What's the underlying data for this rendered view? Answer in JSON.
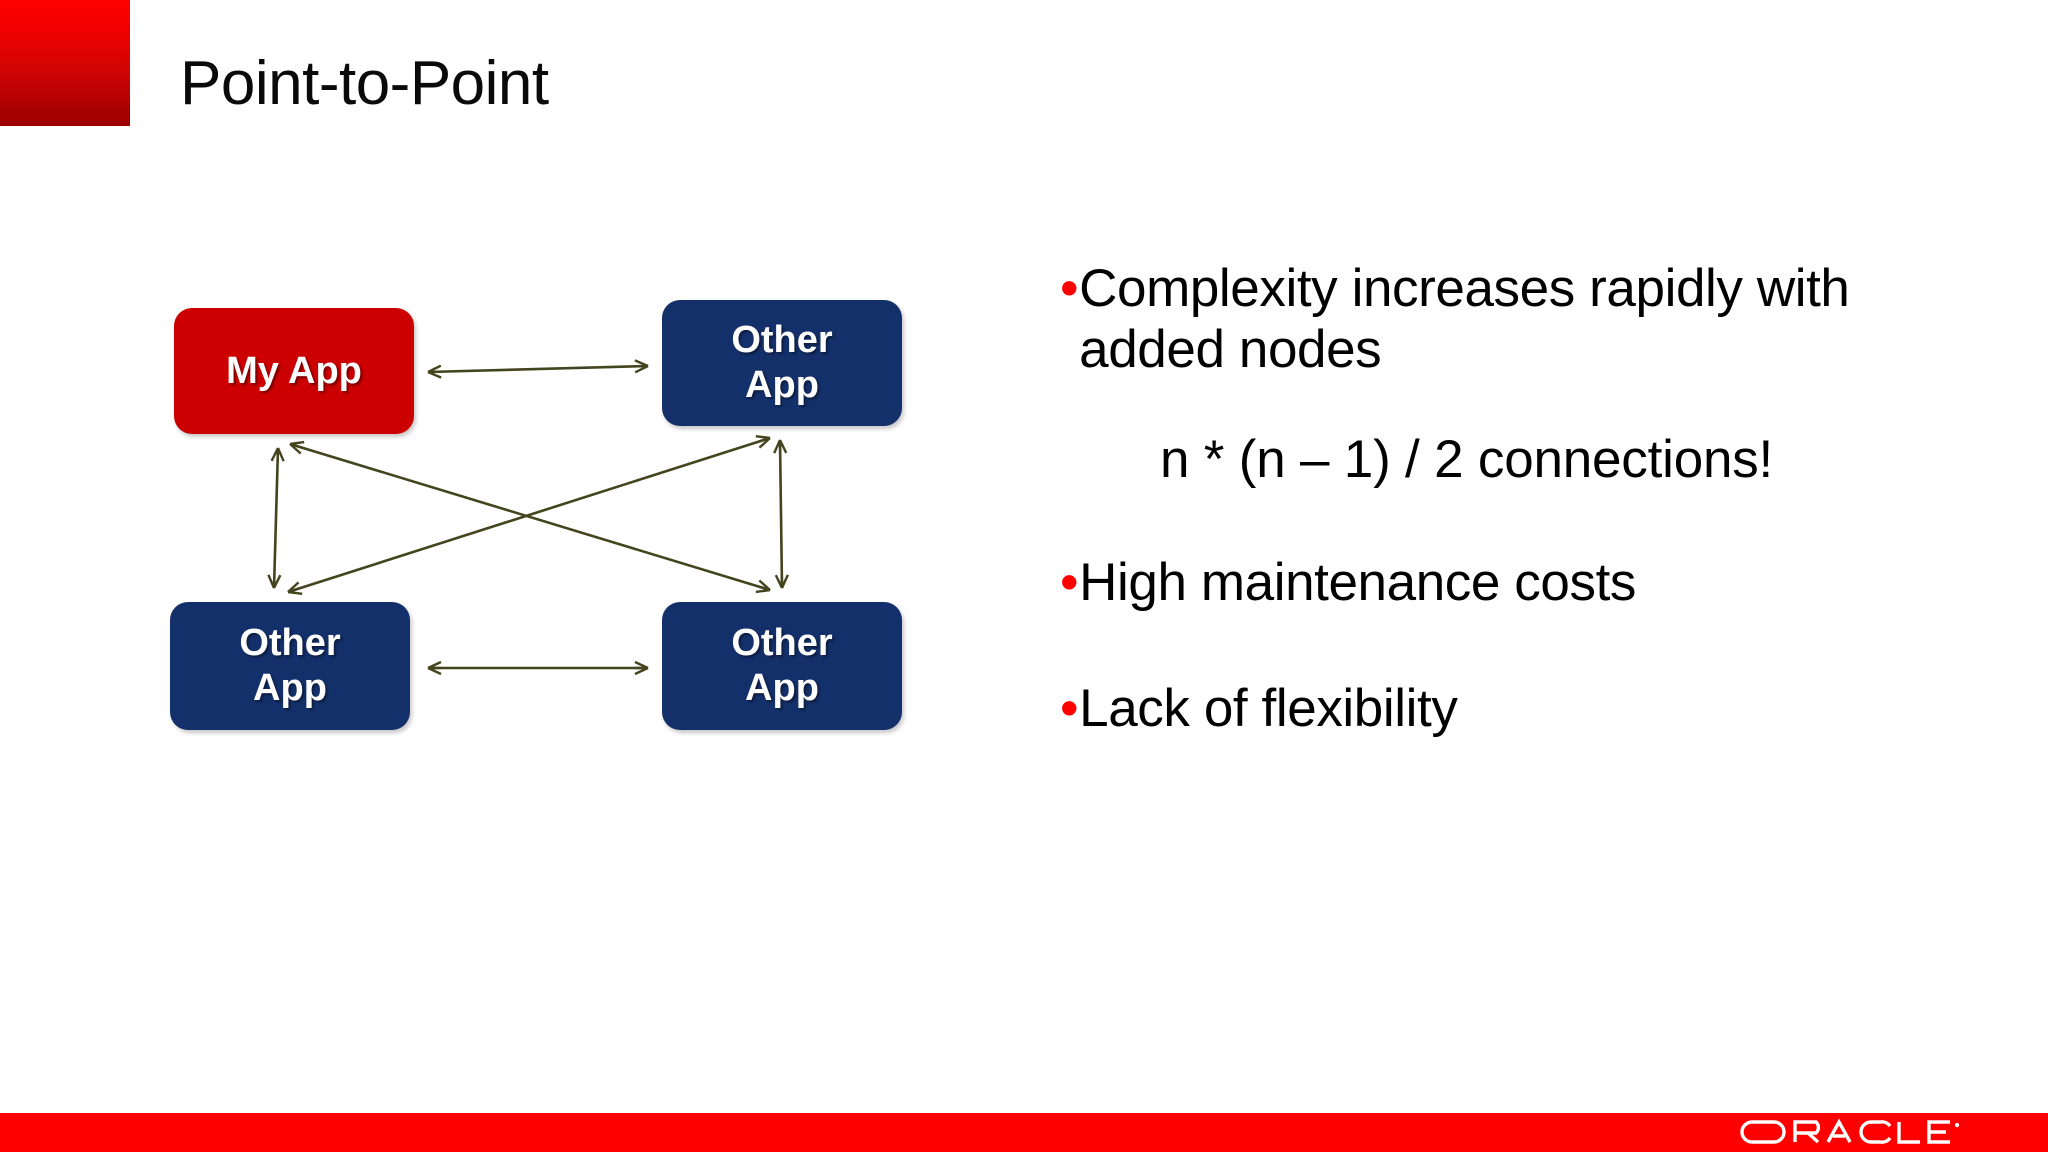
{
  "slide": {
    "title": "Point-to-Point",
    "background_color": "#ffffff",
    "accent_color": "#ff0000",
    "corner_gradient_from": "#ff0000",
    "corner_gradient_to": "#9c0000"
  },
  "diagram": {
    "name": "point-to-point-topology",
    "connector_color": "#44441f",
    "nodes": [
      {
        "id": "my-app",
        "label": "My App",
        "color": "#cc0000",
        "position": "top-left"
      },
      {
        "id": "other-tr",
        "label": "Other\nApp",
        "color": "#14306b",
        "position": "top-right"
      },
      {
        "id": "other-bl",
        "label": "Other\nApp",
        "color": "#14306b",
        "position": "bottom-left"
      },
      {
        "id": "other-br",
        "label": "Other\nApp",
        "color": "#14306b",
        "position": "bottom-right"
      }
    ],
    "node_labels": {
      "my_app": "My App",
      "other_top_line1": "Other",
      "other_top_line2": "App",
      "other_bl_line1": "Other",
      "other_bl_line2": "App",
      "other_br_line1": "Other",
      "other_br_line2": "App",
      "other_tr_line1": "Other",
      "other_tr_line2": "App"
    },
    "connections": [
      {
        "from": "my-app",
        "to": "other-tr",
        "arrow": "double"
      },
      {
        "from": "my-app",
        "to": "other-bl",
        "arrow": "double"
      },
      {
        "from": "my-app",
        "to": "other-br",
        "arrow": "double"
      },
      {
        "from": "other-tr",
        "to": "other-bl",
        "arrow": "double"
      },
      {
        "from": "other-tr",
        "to": "other-br",
        "arrow": "double"
      },
      {
        "from": "other-bl",
        "to": "other-br",
        "arrow": "double"
      }
    ],
    "connection_count": 6
  },
  "content": {
    "bullet_char": "•",
    "bullets": [
      {
        "text": "Complexity increases rapidly with added nodes"
      },
      {
        "text": "High maintenance costs"
      },
      {
        "text": "Lack of flexibility"
      }
    ],
    "formula": "n * (n – 1) / 2 connections!"
  },
  "footer": {
    "bar_color": "#ff0000",
    "logo_text": "ORACLE",
    "logo_trademark": "®"
  }
}
